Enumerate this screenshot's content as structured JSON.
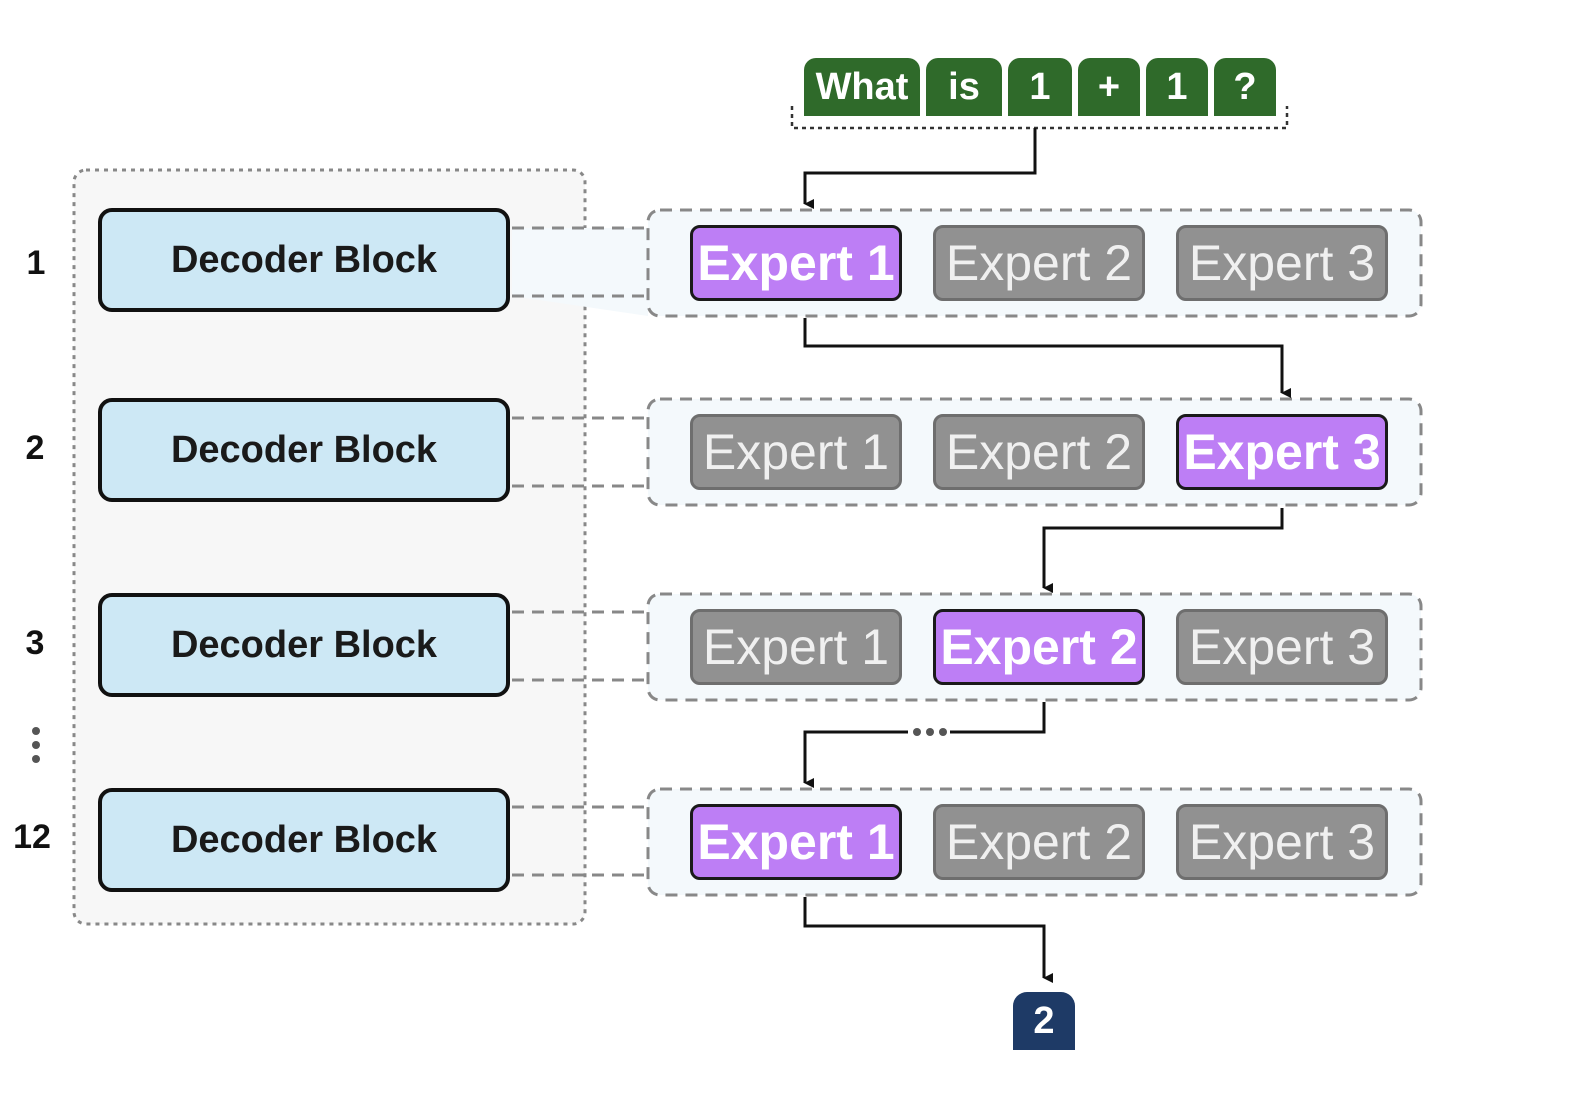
{
  "input_tokens": [
    "What",
    "is",
    "1",
    "+",
    "1",
    "?"
  ],
  "decoder_label": "Decoder Block",
  "layers": [
    {
      "number": "1",
      "active_expert": 1
    },
    {
      "number": "2",
      "active_expert": 3
    },
    {
      "number": "3",
      "active_expert": 2
    },
    {
      "number": "12",
      "active_expert": 1
    }
  ],
  "experts": [
    "Expert 1",
    "Expert 2",
    "Expert 3"
  ],
  "output_token": "2",
  "colors": {
    "token": "#2f6a2a",
    "decoder": "#cde8f5",
    "expert_active": "#bd7ef5",
    "expert_inactive": "#919191",
    "output": "#1e3a66"
  }
}
